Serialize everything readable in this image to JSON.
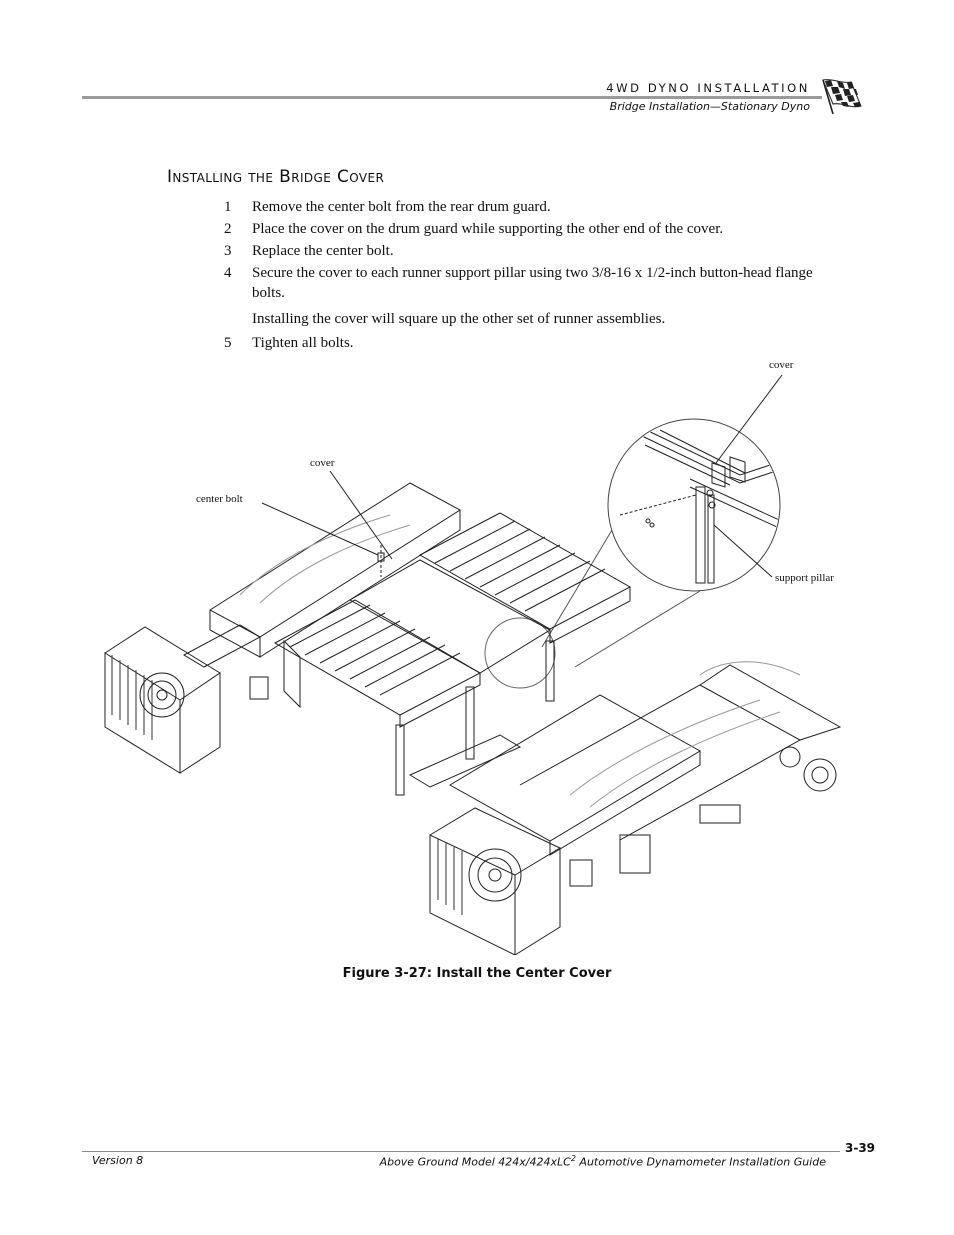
{
  "header": {
    "section": "4WD DYNO INSTALLATION",
    "subsection": "Bridge Installation—Stationary Dyno",
    "logo_icon": "checkered-flag-icon"
  },
  "section_title": "Installing the Bridge Cover",
  "steps": [
    {
      "num": "1",
      "text": "Remove the center bolt from the rear drum guard."
    },
    {
      "num": "2",
      "text": "Place the cover on the drum guard while supporting the other end of the cover."
    },
    {
      "num": "3",
      "text": "Replace the center bolt."
    },
    {
      "num": "4",
      "text": "Secure the cover to each runner support pillar using two 3/8-16 x 1/2-inch button-head flange bolts.",
      "note": "Installing the cover will square up the other set of runner assemblies."
    },
    {
      "num": "5",
      "text": "Tighten all bolts."
    }
  ],
  "figure": {
    "callouts": {
      "cover_main": "cover",
      "center_bolt": "center bolt",
      "cover_detail": "cover",
      "support_pillar": "support pillar"
    },
    "caption": "Figure 3-27: Install the Center Cover"
  },
  "footer": {
    "version": "Version 8",
    "guide_prefix": "Above Ground Model 424x/424xLC",
    "guide_sup": "2",
    "guide_suffix": " Automotive Dynamometer Installation Guide",
    "page_number": "3-39"
  }
}
